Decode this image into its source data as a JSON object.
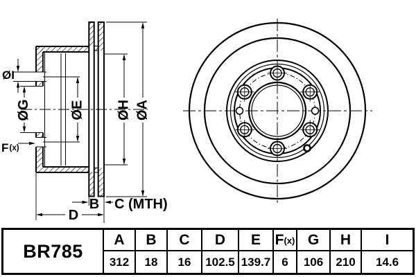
{
  "drawing": {
    "section_labels": {
      "dia_i": "ØI",
      "dia_g": "ØG",
      "dia_e": "ØE",
      "dia_h": "ØH",
      "dia_a": "ØA",
      "f_main": "F",
      "f_sub": "(x)",
      "b": "B",
      "c_mth": "C (MTH)",
      "d": "D"
    }
  },
  "table": {
    "part_label": "BR785",
    "columns": [
      {
        "label": "A"
      },
      {
        "label": "B"
      },
      {
        "label": "C"
      },
      {
        "label": "D"
      },
      {
        "label": "E"
      },
      {
        "label": "F",
        "sub": "(x)"
      },
      {
        "label": "G"
      },
      {
        "label": "H"
      },
      {
        "label": "I"
      }
    ],
    "values": [
      "312",
      "18",
      "16",
      "102.5",
      "139.7",
      "6",
      "106",
      "210",
      "14.6"
    ]
  },
  "colors": {
    "ink": "#000000",
    "paper": "#ffffff"
  }
}
